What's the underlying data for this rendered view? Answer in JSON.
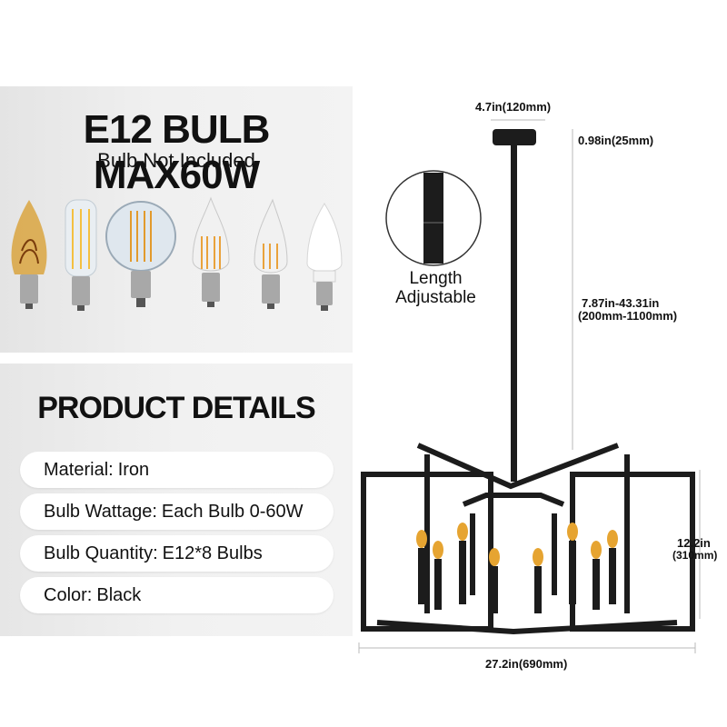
{
  "bulb_panel": {
    "headline": "E12 BULB MAX60W",
    "subline": "Bulb Not Included",
    "bulb_icons": [
      "spiral-amber-bulb-icon",
      "tubular-bulb-icon",
      "globe-bulb-icon",
      "flame-tip-bulb-icon",
      "bent-tip-candle-bulb-icon",
      "led-candle-bulb-icon"
    ],
    "colors": {
      "amber": "#d9a440",
      "glass": "#dfe7ee",
      "base": "#a8a8a8"
    }
  },
  "details_panel": {
    "title": "PRODUCT DETAILS",
    "specs": [
      {
        "label": "Material:",
        "value": "Iron"
      },
      {
        "label": "Bulb Wattage:",
        "value": "Each Bulb 0-60W"
      },
      {
        "label": "Bulb Quantity:",
        "value": "E12*8 Bulbs"
      },
      {
        "label": "Color:",
        "value": "Black"
      }
    ]
  },
  "diagram": {
    "canopy_width": "4.7in(120mm)",
    "canopy_height": "0.98in(25mm)",
    "rod_length_in": "7.87in-43.31in",
    "rod_length_mm": "(200mm-1100mm)",
    "length_note_line1": "Length",
    "length_note_line2": "Adjustable",
    "fixture_height_in": "12.2in",
    "fixture_height_mm": "(310mm)",
    "fixture_width": "27.2in(690mm)",
    "colors": {
      "frame": "#1c1c1c",
      "flame": "#e6a431",
      "dim_line": "#b9b9b9"
    }
  }
}
